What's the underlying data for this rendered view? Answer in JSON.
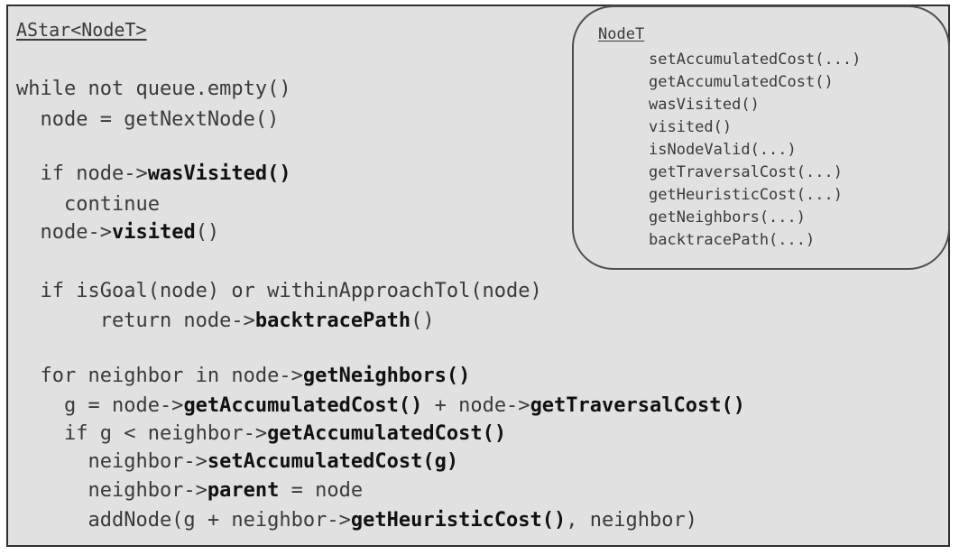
{
  "main_title": "AStar<NodeT>",
  "code_lines": [
    [
      {
        "t": "while not queue.empty()",
        "b": false
      }
    ],
    [
      {
        "t": "  node = getNextNode()",
        "b": false
      }
    ],
    [
      {
        "t": "  if node->",
        "b": false
      },
      {
        "t": "wasVisited()",
        "b": true
      }
    ],
    [
      {
        "t": "    continue",
        "b": false
      }
    ],
    [
      {
        "t": "  node->",
        "b": false
      },
      {
        "t": "visited",
        "b": true
      },
      {
        "t": "()",
        "b": false
      }
    ],
    [
      {
        "t": "  if isGoal(node) or withinApproachTol(node)",
        "b": false
      }
    ],
    [
      {
        "t": "       return node->",
        "b": false
      },
      {
        "t": "backtracePath",
        "b": true
      },
      {
        "t": "()",
        "b": false
      }
    ],
    [
      {
        "t": "  for neighbor in node->",
        "b": false
      },
      {
        "t": "getNeighbors()",
        "b": true
      }
    ],
    [
      {
        "t": "    g = node->",
        "b": false
      },
      {
        "t": "getAccumulatedCost()",
        "b": true
      },
      {
        "t": " + node->",
        "b": false
      },
      {
        "t": "getTraversalCost()",
        "b": true
      }
    ],
    [
      {
        "t": "    if g < neighbor->",
        "b": false
      },
      {
        "t": "getAccumulatedCost()",
        "b": true
      }
    ],
    [
      {
        "t": "      neighbor->",
        "b": false
      },
      {
        "t": "setAccumulatedCost(g)",
        "b": true
      }
    ],
    [
      {
        "t": "      neighbor->",
        "b": false
      },
      {
        "t": "parent",
        "b": true
      },
      {
        "t": " = node",
        "b": false
      }
    ],
    [
      {
        "t": "      addNode(g + neighbor->",
        "b": false
      },
      {
        "t": "getHeuristicCost()",
        "b": true
      },
      {
        "t": ", neighbor)",
        "b": false
      }
    ]
  ],
  "nodet_box": {
    "title": "NodeT",
    "methods": [
      "setAccumulatedCost(...)",
      "getAccumulatedCost()",
      "wasVisited()",
      "visited()",
      "isNodeValid(...)",
      "getTraversalCost(...)",
      "getHeuristicCost(...)",
      "getNeighbors(...)",
      "backtracePath(...)"
    ]
  }
}
